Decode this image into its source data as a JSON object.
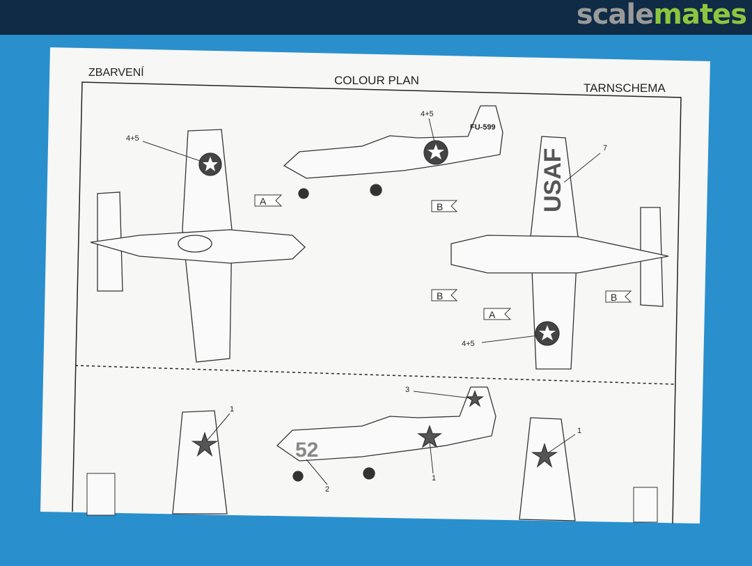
{
  "site": {
    "logo_part1": "scale",
    "logo_part2": "mates"
  },
  "sheet": {
    "title_left": "ZBARVENÍ",
    "title_center": "COLOUR PLAN",
    "title_right": "TARNSCHEMA",
    "usaf_scheme": {
      "callout_top_wing": "4+5",
      "callout_side": "4+5",
      "callout_bottom_wing": "4+5",
      "callout_usaf": "7",
      "tail_code": "FU-599",
      "wing_text": "USAF",
      "flag_a1": "A",
      "flag_a2": "A",
      "flag_b1": "B",
      "flag_b2": "B",
      "flag_b3": "B"
    },
    "soviet_scheme": {
      "callout_left_tail": "1",
      "callout_right_tail": "1",
      "callout_fuselage_star": "1",
      "callout_tail_star": "3",
      "callout_number": "2",
      "side_number": "52"
    }
  },
  "colors": {
    "background": "#2a8fcd",
    "header": "#0f2b45",
    "logo_green": "#8cc63f",
    "logo_grey": "#9a9a9a"
  }
}
